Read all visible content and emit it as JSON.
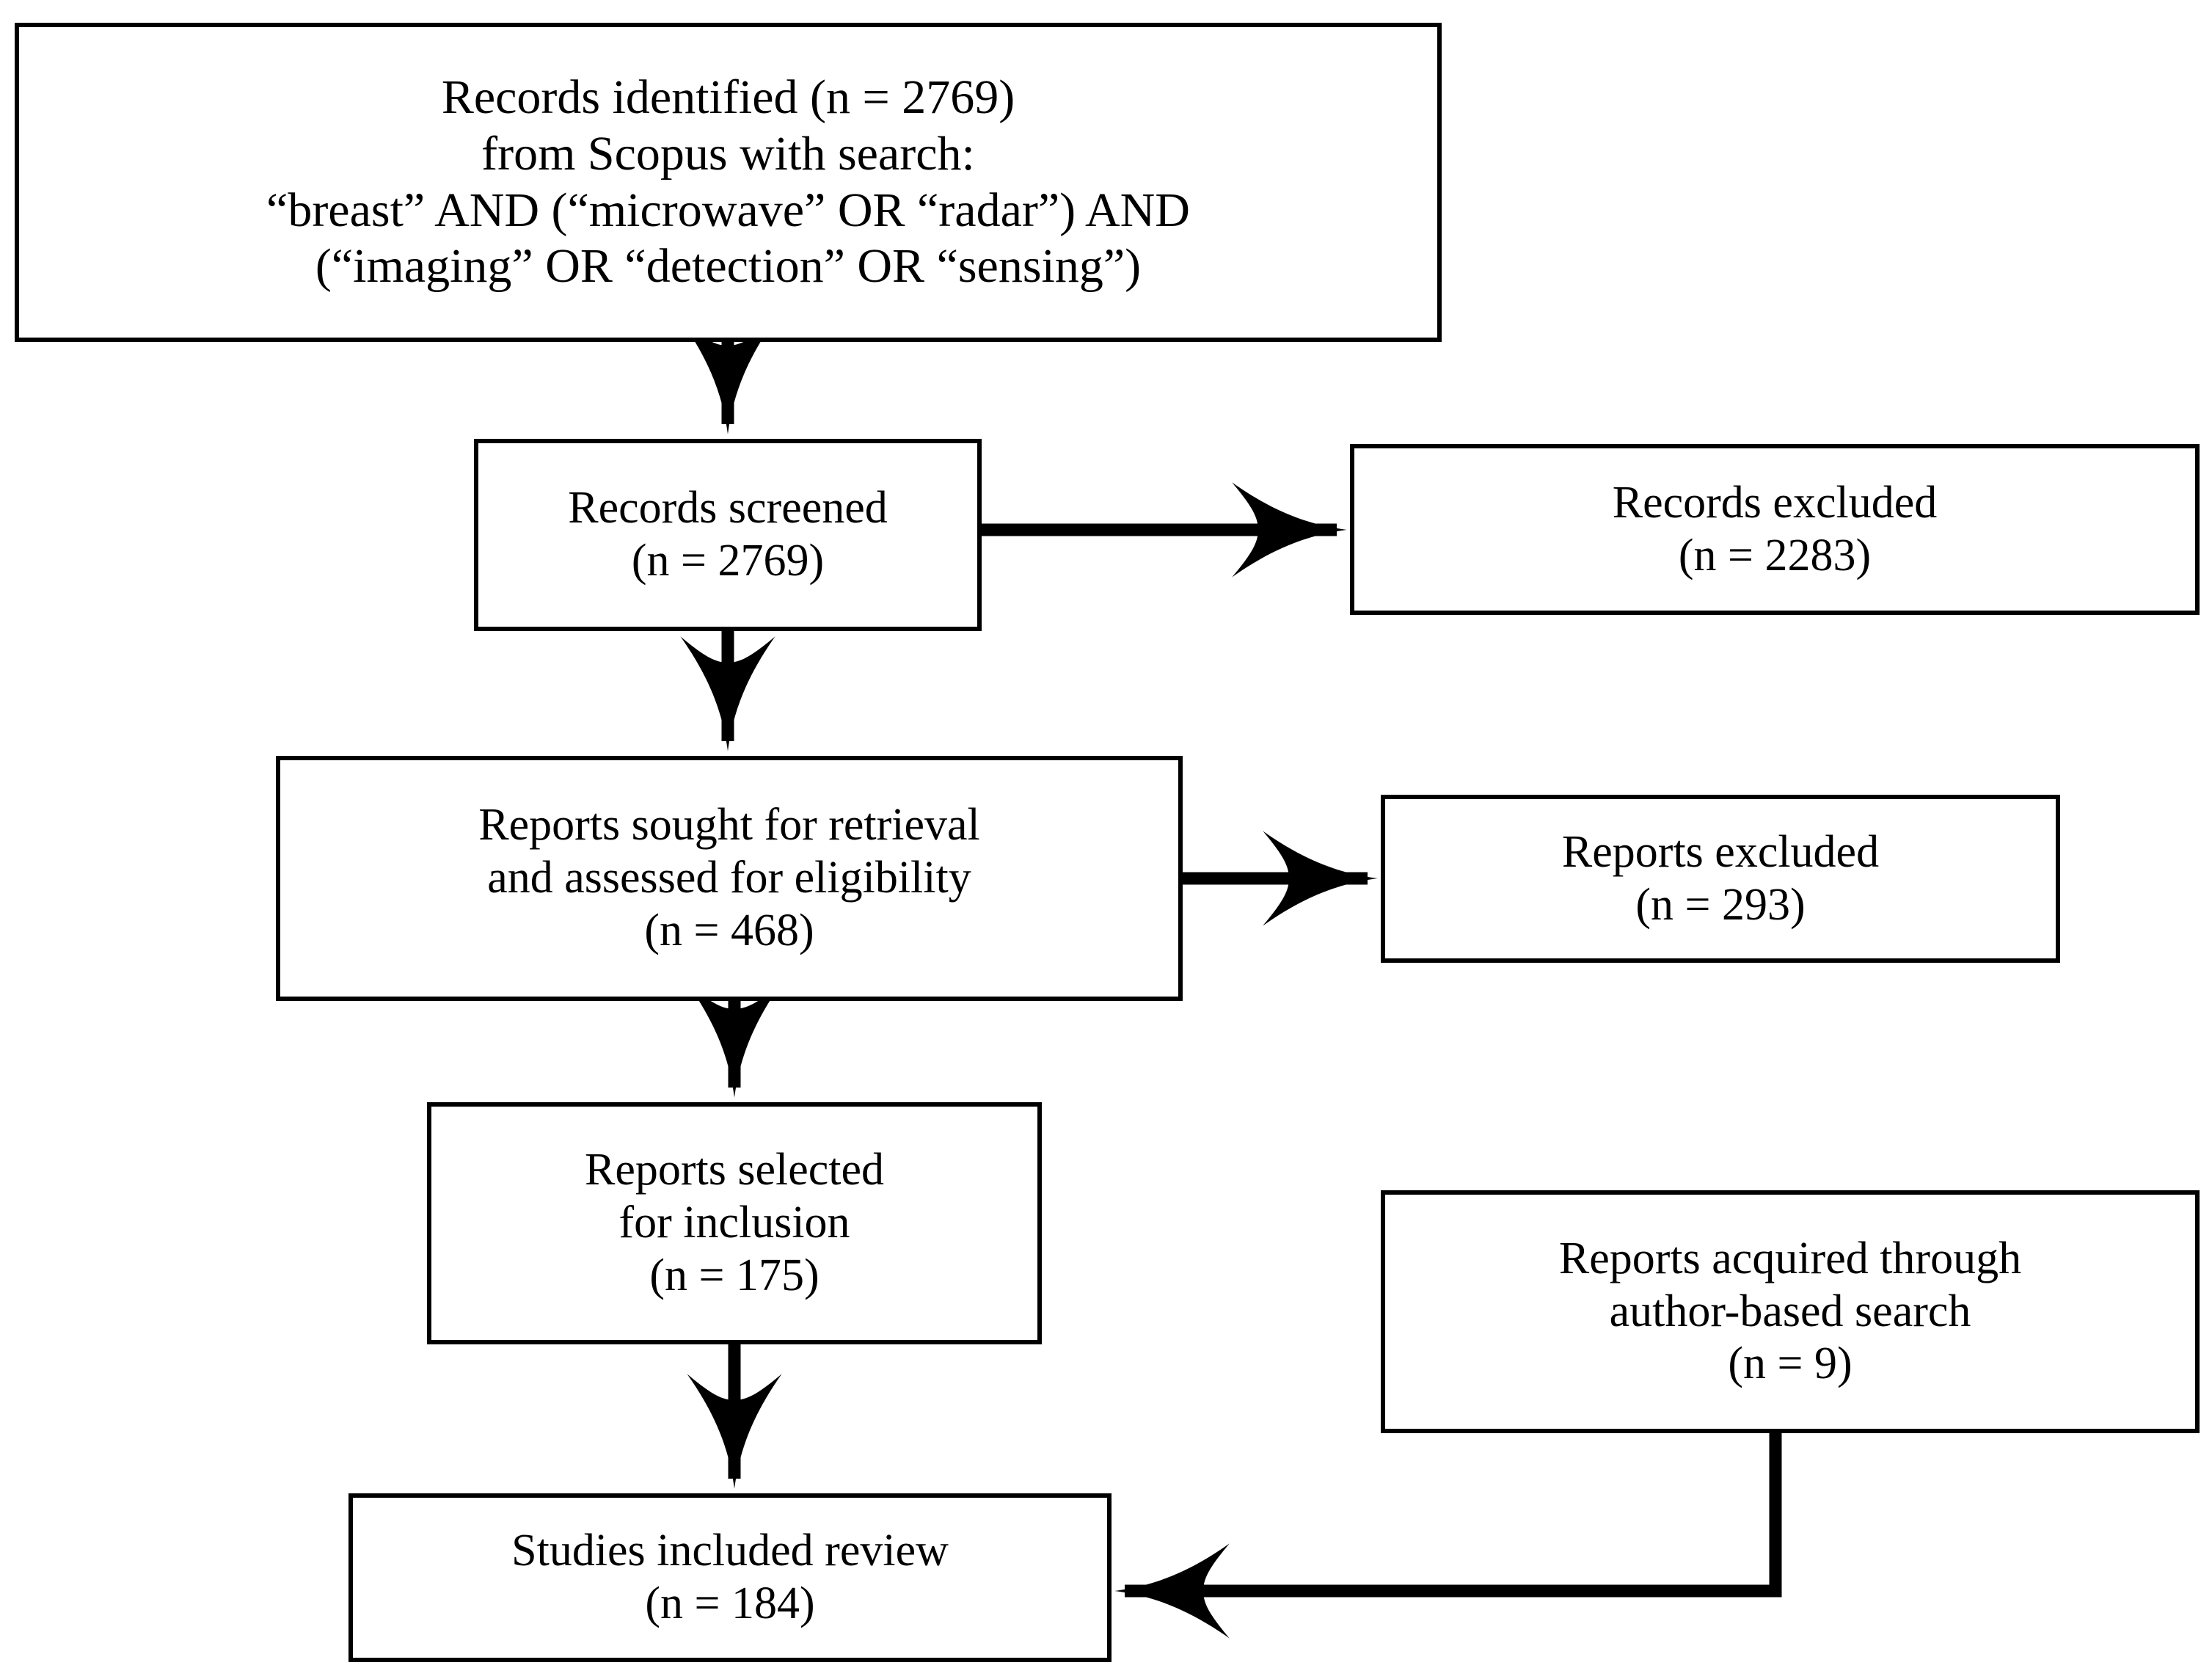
{
  "diagram": {
    "type": "prisma-flow-diagram",
    "title": "PRISMA study selection flow",
    "stroke_color": "#000000",
    "fill_color": "#ffffff",
    "text_color": "#000000"
  },
  "nodes": {
    "identified": {
      "id": "records-identified",
      "lines": [
        "Records identified (n = 2769)",
        "from Scopus with search:",
        "“breast” AND (“microwave” OR “radar”) AND",
        "(“imaging” OR “detection” OR “sensing”)"
      ],
      "count": 2769
    },
    "screened": {
      "id": "records-screened",
      "lines": [
        "Records screened",
        "(n = 2769)"
      ],
      "count": 2769
    },
    "records_excluded": {
      "id": "records-excluded",
      "lines": [
        "Records excluded",
        "(n = 2283)"
      ],
      "count": 2283
    },
    "sought": {
      "id": "reports-sought-for-retrieval",
      "lines": [
        "Reports sought for retrieval",
        "and assessed for eligibility",
        "(n = 468)"
      ],
      "count": 468
    },
    "reports_excluded": {
      "id": "reports-excluded",
      "lines": [
        "Reports excluded",
        "(n = 293)"
      ],
      "count": 293
    },
    "selected": {
      "id": "reports-selected-for-inclusion",
      "lines": [
        "Reports selected",
        "for inclusion",
        "(n = 175)"
      ],
      "count": 175
    },
    "author_search": {
      "id": "reports-acquired-author-based-search",
      "lines": [
        "Reports acquired through",
        "author-based search",
        "(n = 9)"
      ],
      "count": 9
    },
    "included": {
      "id": "studies-included-review",
      "lines": [
        "Studies included review",
        "(n = 184)"
      ],
      "count": 184
    }
  },
  "edges": [
    {
      "id": "identified-to-screened",
      "from": "identified",
      "to": "screened",
      "direction": "down"
    },
    {
      "id": "screened-to-records-excluded",
      "from": "screened",
      "to": "records_excluded",
      "direction": "right"
    },
    {
      "id": "screened-to-sought",
      "from": "screened",
      "to": "sought",
      "direction": "down"
    },
    {
      "id": "sought-to-reports-excluded",
      "from": "sought",
      "to": "reports_excluded",
      "direction": "right"
    },
    {
      "id": "sought-to-selected",
      "from": "sought",
      "to": "selected",
      "direction": "down"
    },
    {
      "id": "selected-to-included",
      "from": "selected",
      "to": "included",
      "direction": "down"
    },
    {
      "id": "author-search-to-included",
      "from": "author_search",
      "to": "included",
      "direction": "down-then-left"
    }
  ]
}
